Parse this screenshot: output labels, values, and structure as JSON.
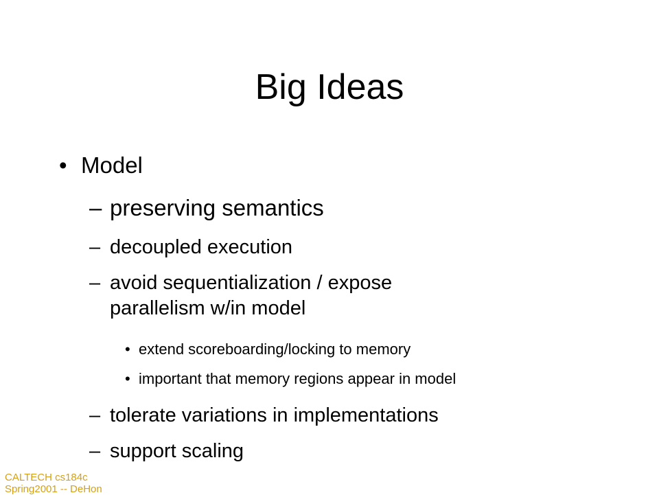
{
  "slide": {
    "title": "Big Ideas",
    "bullets": [
      {
        "marker": "•",
        "text": "Model"
      }
    ],
    "sub_bullets": [
      {
        "marker": "–",
        "text": "preserving semantics"
      },
      {
        "marker": "–",
        "text": "decoupled execution"
      },
      {
        "marker": "–",
        "lines": [
          "avoid sequentialization / expose",
          "parallelism w/in model"
        ]
      },
      {
        "marker": "–",
        "text": "tolerate variations in implementations"
      },
      {
        "marker": "–",
        "text": "support scaling"
      }
    ],
    "sub_sub_bullets": [
      {
        "marker": "•",
        "text": "extend scoreboarding/locking to memory"
      },
      {
        "marker": "•",
        "text": "important that memory regions appear in model"
      }
    ],
    "footer": {
      "line1": "CALTECH cs184c",
      "line2": "Spring2001 -- DeHon"
    },
    "colors": {
      "footer": "#d4a017",
      "text": "#000000",
      "background": "#ffffff"
    }
  }
}
